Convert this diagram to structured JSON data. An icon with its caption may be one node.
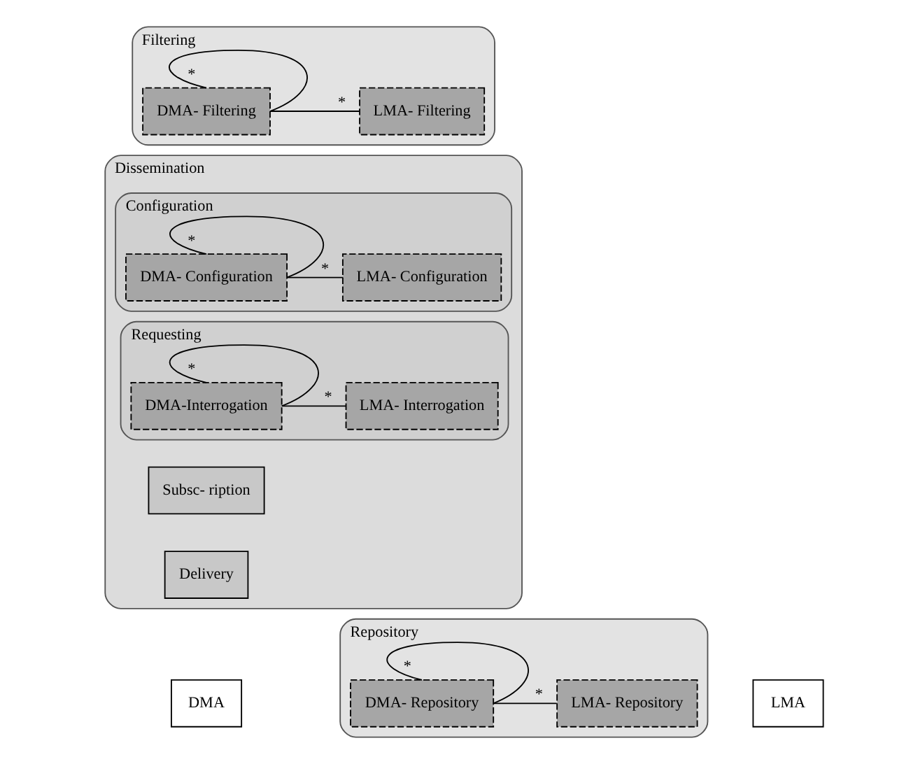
{
  "diagram": {
    "nodes": [
      {
        "text": [
          "DMA"
        ]
      },
      {
        "text": [
          "LMA"
        ]
      },
      {
        "text": [
          "Repository"
        ]
      },
      {
        "text": [
          "DMA- Repository"
        ],
        "in": 2
      },
      {
        "text": [
          "LMA- Repository"
        ],
        "in": 2
      },
      {
        "text": [
          "Dissemination"
        ]
      },
      {
        "text": [
          "Configuration"
        ],
        "in": 5
      },
      {
        "text": [
          "DMA- Configuration"
        ],
        "in": 6
      },
      {
        "text": [
          "LMA- Configuration"
        ],
        "in": 6
      },
      {
        "text": [
          "Subsc- ription"
        ],
        "in": 5
      },
      {
        "text": [
          "Requesting"
        ],
        "in": 5
      },
      {
        "text": [
          "DMA-Interrogation"
        ],
        "in": 10
      },
      {
        "text": [
          "LMA- Interrogation"
        ],
        "in": 10
      },
      {
        "text": [
          "Delivery"
        ],
        "in": 5
      },
      {
        "text": [
          "Filtering"
        ]
      },
      {
        "text": [
          "DMA- Filtering"
        ],
        "in": 14
      },
      {
        "text": [
          "LMA- Filtering"
        ],
        "in": 14
      }
    ],
    "edges": [
      {
        "from": 3,
        "to": 3,
        "arrow": "none",
        "label": "*"
      },
      {
        "from": 3,
        "to": 4,
        "arrow": "none",
        "label": "*"
      },
      {
        "from": 7,
        "to": 7,
        "arrow": "none",
        "label": "*"
      },
      {
        "from": 7,
        "to": 8,
        "arrow": "none",
        "label": "*"
      },
      {
        "from": 11,
        "to": 11,
        "arrow": "none",
        "label": "*"
      },
      {
        "from": 11,
        "to": 12,
        "arrow": "none",
        "label": "*"
      },
      {
        "from": 15,
        "to": 15,
        "arrow": "none",
        "label": "*"
      },
      {
        "from": 15,
        "to": 16,
        "arrow": "none",
        "label": "*"
      }
    ]
  }
}
